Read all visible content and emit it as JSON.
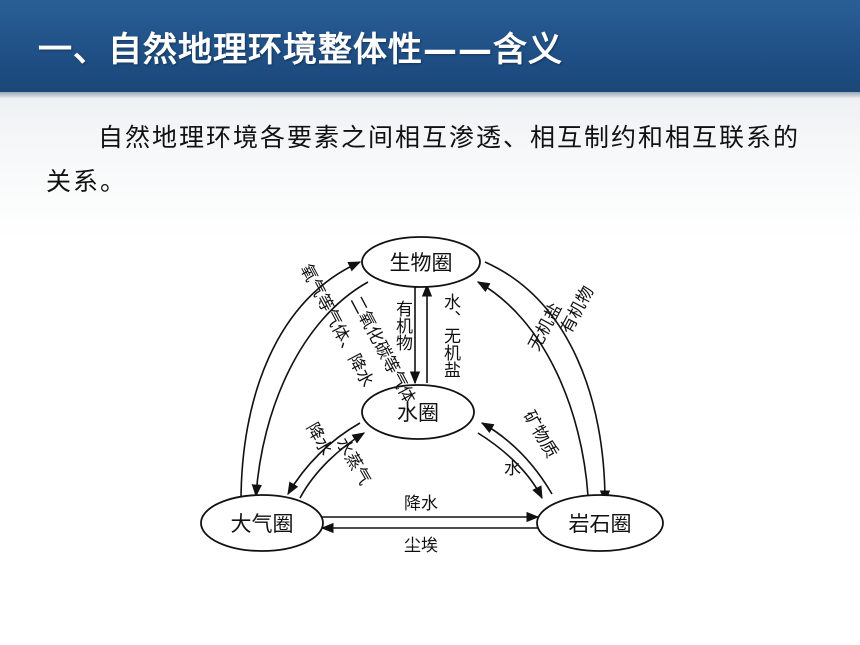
{
  "slide": {
    "title": "一、自然地理环境整体性——含义",
    "definition": "自然地理环境各要素之间相互渗透、相互制约和相互联系的关系。"
  },
  "diagram": {
    "nodes": {
      "bio": "生物圈",
      "water": "水圈",
      "atmo": "大气圈",
      "rock": "岩石圈"
    },
    "edges": {
      "atmo_to_bio": "氧气等气体、降水",
      "bio_to_atmo": "二氧化碳等气体",
      "bio_to_water": "有机物",
      "water_to_bio": "水、无机盐",
      "rock_to_bio": "无机盐",
      "bio_to_rock": "有机物",
      "water_to_atmo": "水蒸气",
      "atmo_to_water": "降水",
      "rock_to_water": "矿物质",
      "water_to_rock": "水",
      "atmo_to_rock": "降水",
      "rock_to_atmo": "尘埃"
    }
  }
}
